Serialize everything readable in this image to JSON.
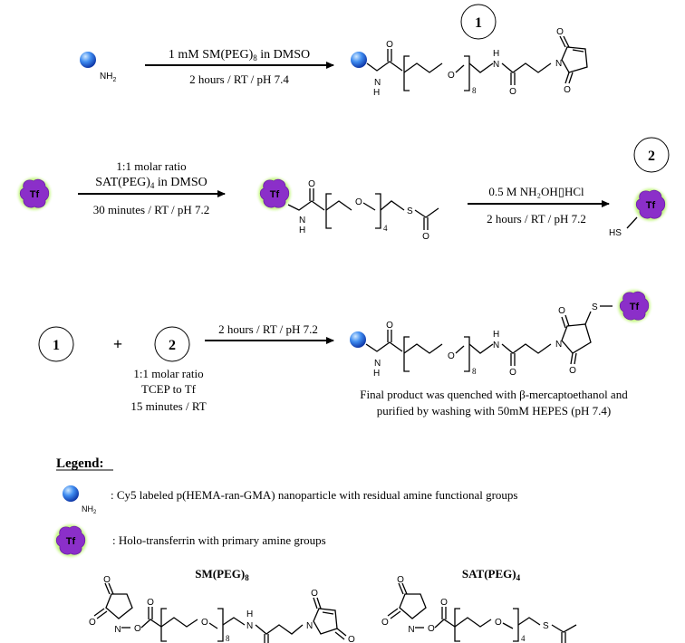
{
  "colors": {
    "nanoparticle_light": "#9fd2ff",
    "nanoparticle_dark": "#0a3fc8",
    "transferrin_fill": "#8b2fc9",
    "transferrin_glow": "#a6f04a",
    "ink": "#000000"
  },
  "icons": {
    "nanoparticle": "blue-sphere-icon",
    "transferrin": "purple-blob-with-green-glow-icon"
  },
  "step1": {
    "np_amine": "NH",
    "np_amine_sub": "2",
    "reagent_pre": "1 mM SM(PEG)",
    "reagent_sub": "8",
    "reagent_post": " in DMSO",
    "conditions": "2 hours / RT / pH 7.4",
    "product_number": "1",
    "peg_repeat": "8"
  },
  "step2": {
    "tf_label": "Tf",
    "reagent_line1": "1:1 molar ratio",
    "reagent_pre": "SAT(PEG)",
    "reagent_sub": "4",
    "reagent_post": " in DMSO",
    "conditions": "30 minutes / RT / pH 7.2",
    "peg_repeat": "4",
    "deprotect_reagent": "0.5 M NH₂OH▯HCl",
    "deprotect_conditions": "2 hours / RT / pH 7.2",
    "product_number": "2",
    "thiol_label": "HS"
  },
  "step3": {
    "reactant1": "1",
    "plus": "+",
    "reactant2": "2",
    "conditions": "2 hours / RT / pH 7.2",
    "tcep_line1": "1:1 molar ratio",
    "tcep_line2": "TCEP to Tf",
    "tcep_line3": "15 minutes / RT",
    "product_note_line1": "Final product was quenched with β-mercaptoethanol and",
    "product_note_line2": "purified by washing with 50mM HEPES (pH 7.4)",
    "peg_repeat": "8"
  },
  "legend": {
    "title": "Legend:",
    "np_description": ": Cy5 labeled p(HEMA-ran-GMA) nanoparticle with residual amine functional groups",
    "tf_description": ": Holo-transferrin with primary amine groups",
    "sm_label_pre": "SM(PEG)",
    "sm_label_sub": "8",
    "sat_label_pre": "SAT(PEG)",
    "sat_label_sub": "4",
    "sm_peg_repeat": "8",
    "sat_peg_repeat": "4"
  },
  "atoms": {
    "O": "O",
    "N": "N",
    "S": "S",
    "H": "H",
    "NH": "NH"
  }
}
